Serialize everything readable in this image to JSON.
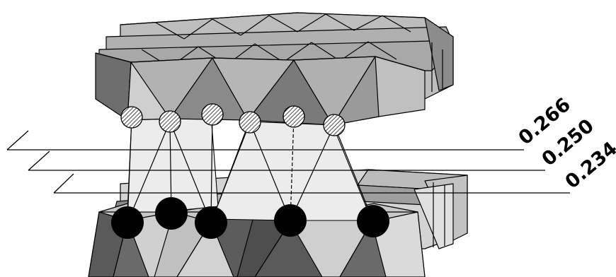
{
  "diagram": {
    "plane_labels": [
      "0.266",
      "0.250",
      "0.234"
    ],
    "colors": {
      "background": "#ffffff",
      "outline": "#000000",
      "upper_slab_top": "#b4b4b4",
      "upper_slab_light": "#a6a6a6",
      "upper_slab_dark": "#6e6e6e",
      "lower_slab_light": "#c8c8c8",
      "lower_slab_dark": "#5a5a5a",
      "interlayer_fill": "#ececec",
      "hatched_atom": "#ffffff",
      "solid_atom": "#000000"
    }
  }
}
